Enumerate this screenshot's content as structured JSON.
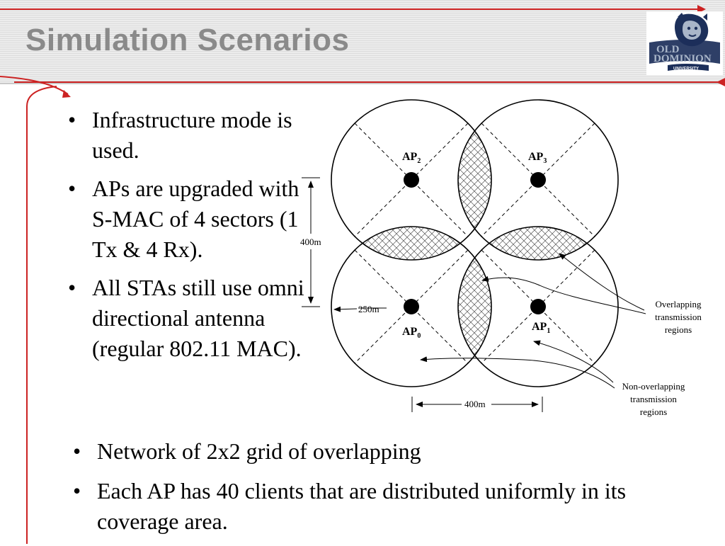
{
  "slide": {
    "title": "Simulation Scenarios",
    "logo": {
      "icon": "lion-mascot-icon",
      "text_line1": "OLD",
      "text_line2": "DOMINION",
      "text_line3": "UNIVERSITY",
      "colors": {
        "navy": "#1c2f5a",
        "silver": "#a9b6c9"
      }
    },
    "accent_color": "#cc2222",
    "left_bullets": [
      "Infrastructure mode is used.",
      "APs are upgraded with S-MAC of 4 sectors (1 Tx & 4 Rx).",
      "All STAs still use omni directional antenna (regular 802.11 MAC)."
    ],
    "bottom_bullets": [
      "Network of 2x2 grid of overlapping",
      "Each AP has 40 clients that are distributed uniformly in its coverage area."
    ],
    "bullet_char": "•"
  },
  "diagram": {
    "access_points": [
      {
        "prefix": "AP",
        "sub": "2"
      },
      {
        "prefix": "AP",
        "sub": "3"
      },
      {
        "prefix": "AP",
        "sub": "0"
      },
      {
        "prefix": "AP",
        "sub": "1"
      }
    ],
    "dimensions": {
      "vertical_spacing": "400m",
      "horizontal_spacing": "400m",
      "radius": "250m"
    },
    "annotations": {
      "overlapping": [
        "Overlapping",
        "transmission",
        "regions"
      ],
      "non_overlapping": [
        "Non-overlapping",
        "transmission",
        "regions"
      ]
    }
  }
}
